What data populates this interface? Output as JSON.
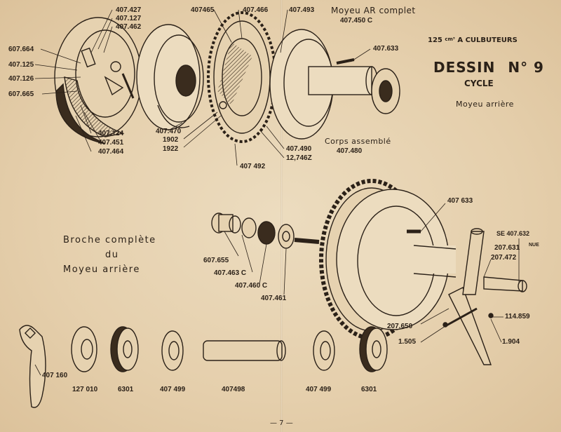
{
  "heading": {
    "engine": "125",
    "engine_unit": "cm³",
    "engine_suffix": "A  CULBUTEURS",
    "dessin_label": "DESSIN",
    "dessin_number": "N° 9",
    "section": "CYCLE",
    "subtitle": "Moyeu arrière"
  },
  "top_assembly": {
    "title": "Moyeu AR complet",
    "title_ref": "407.450 C",
    "labels": [
      "407.427",
      "407.127",
      "407.462",
      "607.664",
      "407.125",
      "407.126",
      "607.665",
      "407.124",
      "407.451",
      "407.464",
      "407465",
      "407.466",
      "407.493",
      "407.633",
      "407.470",
      "1902",
      "1922",
      "407.490",
      "12,746Z",
      "407 492",
      "Corps assemblé",
      "407.480"
    ]
  },
  "broche": {
    "title_lines": [
      "Broche complète",
      "du",
      "Moyeu arrière"
    ],
    "labels": [
      "607.655",
      "407.463 C",
      "407.460 C",
      "407.461",
      "407 633",
      "SE 407.632",
      "207.631",
      "NUE",
      "207.472",
      "207.650",
      "114.859",
      "1.505",
      "1.904"
    ]
  },
  "bottom_parts": {
    "labels": [
      "407 160",
      "127 010",
      "6301",
      "407 499",
      "407498",
      "407 499",
      "6301"
    ]
  },
  "page_number": "— 7 —"
}
